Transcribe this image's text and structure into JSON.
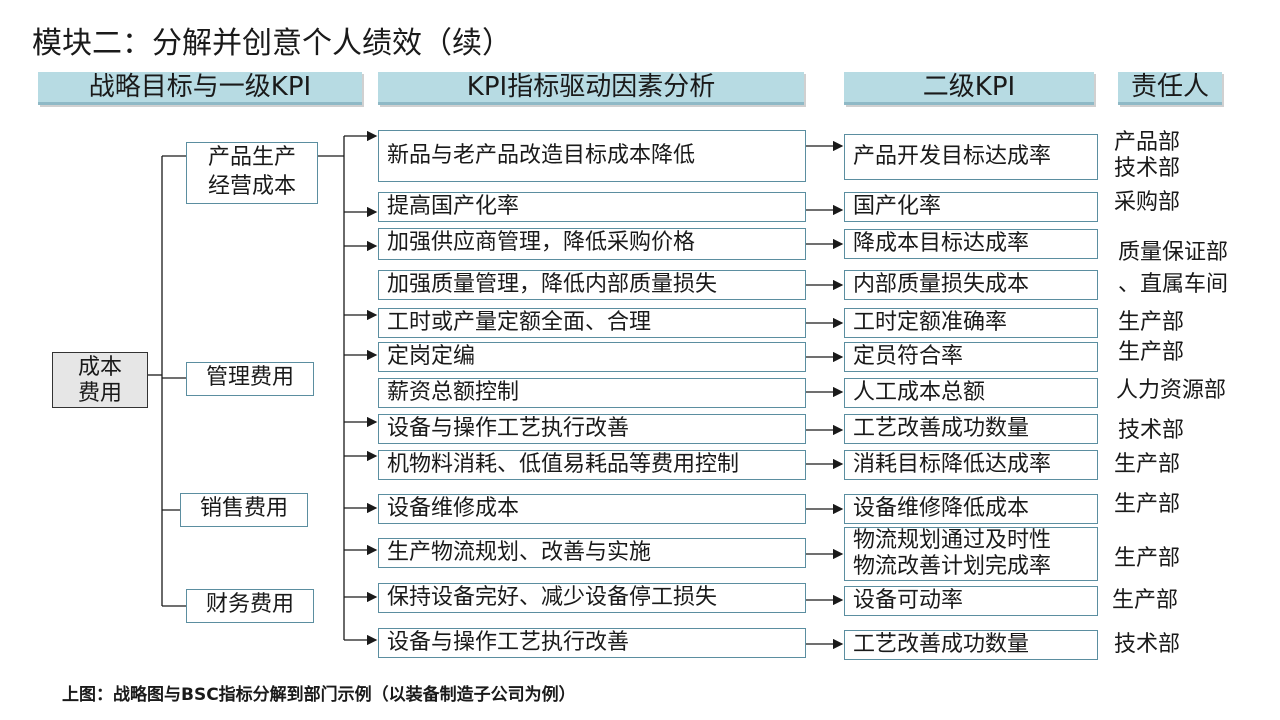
{
  "title": "模块二：分解并创意个人绩效（续）",
  "headers": {
    "col1": "战略目标与一级KPI",
    "col2": "KPI指标驱动因素分析",
    "col3": "二级KPI",
    "col4": "责任人"
  },
  "root": {
    "line1": "成本",
    "line2": "费用"
  },
  "level1": [
    {
      "line1": "产品生产",
      "line2": "经营成本"
    },
    {
      "line1": "管理费用"
    },
    {
      "line1": "销售费用"
    },
    {
      "line1": "财务费用"
    }
  ],
  "drivers": [
    "新品与老产品改造目标成本降低",
    "提高国产化率",
    "加强供应商管理，降低采购价格",
    "加强质量管理，降低内部质量损失",
    "工时或产量定额全面、合理",
    "定岗定编",
    "薪资总额控制",
    "设备与操作工艺执行改善",
    "机物料消耗、低值易耗品等费用控制",
    "设备维修成本",
    "生产物流规划、改善与实施",
    "保持设备完好、减少设备停工损失",
    "设备与操作工艺执行改善"
  ],
  "kpis": [
    "产品开发目标达成率",
    "国产化率",
    "降成本目标达成率",
    "内部质量损失成本",
    "工时定额准确率",
    "定员符合率",
    "人工成本总额",
    "工艺改善成功数量",
    "消耗目标降低达成率",
    "设备维修降低成本",
    "物流规划通过及时性",
    "物流改善计划完成率",
    "设备可动率",
    "工艺改善成功数量"
  ],
  "owners": [
    "产品部",
    "技术部",
    "采购部",
    "质量保证部",
    "、直属车间",
    "生产部",
    "生产部",
    "人力资源部",
    "技术部",
    "生产部",
    "生产部",
    "生产部",
    "生产部",
    "技术部"
  ],
  "caption": "上图：战略图与BSC指标分解到部门示例（以装备制造子公司为例）"
}
